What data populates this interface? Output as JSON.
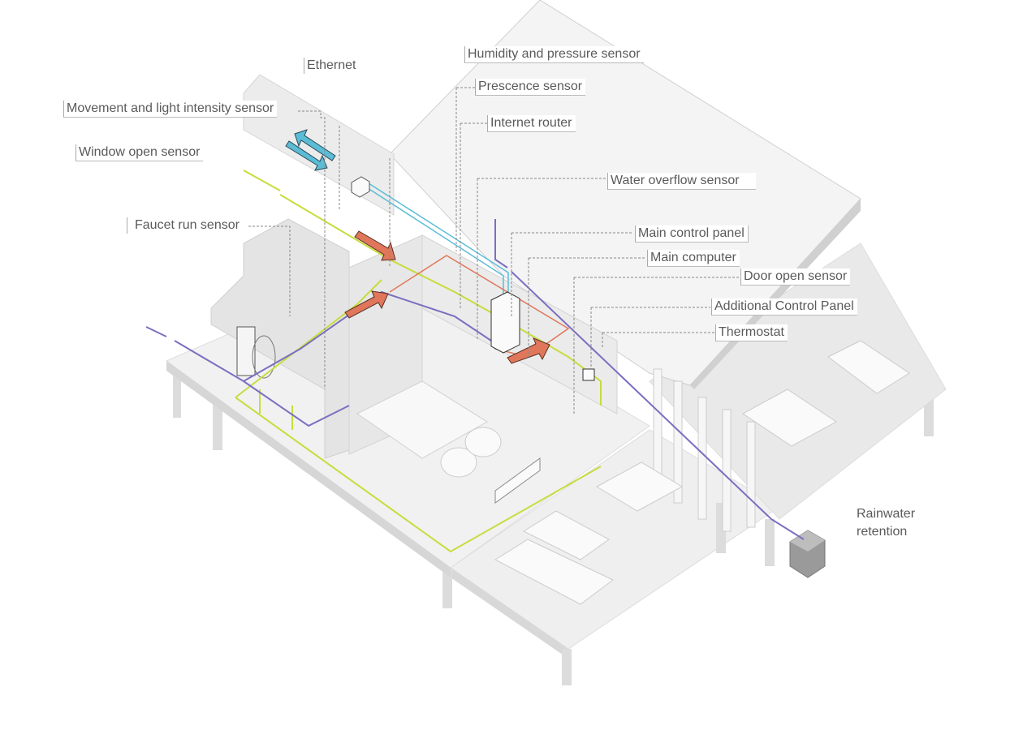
{
  "labels": {
    "ethernet": "Ethernet",
    "movement_light": "Movement and light intensity sensor",
    "window_open": "Window open sensor",
    "faucet_run": "Faucet run sensor",
    "humidity_pressure": "Humidity and pressure sensor",
    "presence": "Prescence sensor",
    "internet_router": "Internet router",
    "water_overflow": "Water overflow sensor",
    "main_control_panel": "Main control panel",
    "main_computer": "Main computer",
    "door_open": "Door open sensor",
    "additional_control_panel": "Additional Control Panel",
    "thermostat": "Thermostat",
    "rainwater_line1": "Rainwater",
    "rainwater_line2": "retention"
  },
  "colors": {
    "electric": "#c8dc3c",
    "water": "#7a6fc0",
    "data": "#5bbcd6",
    "heat": "#e0775a"
  }
}
